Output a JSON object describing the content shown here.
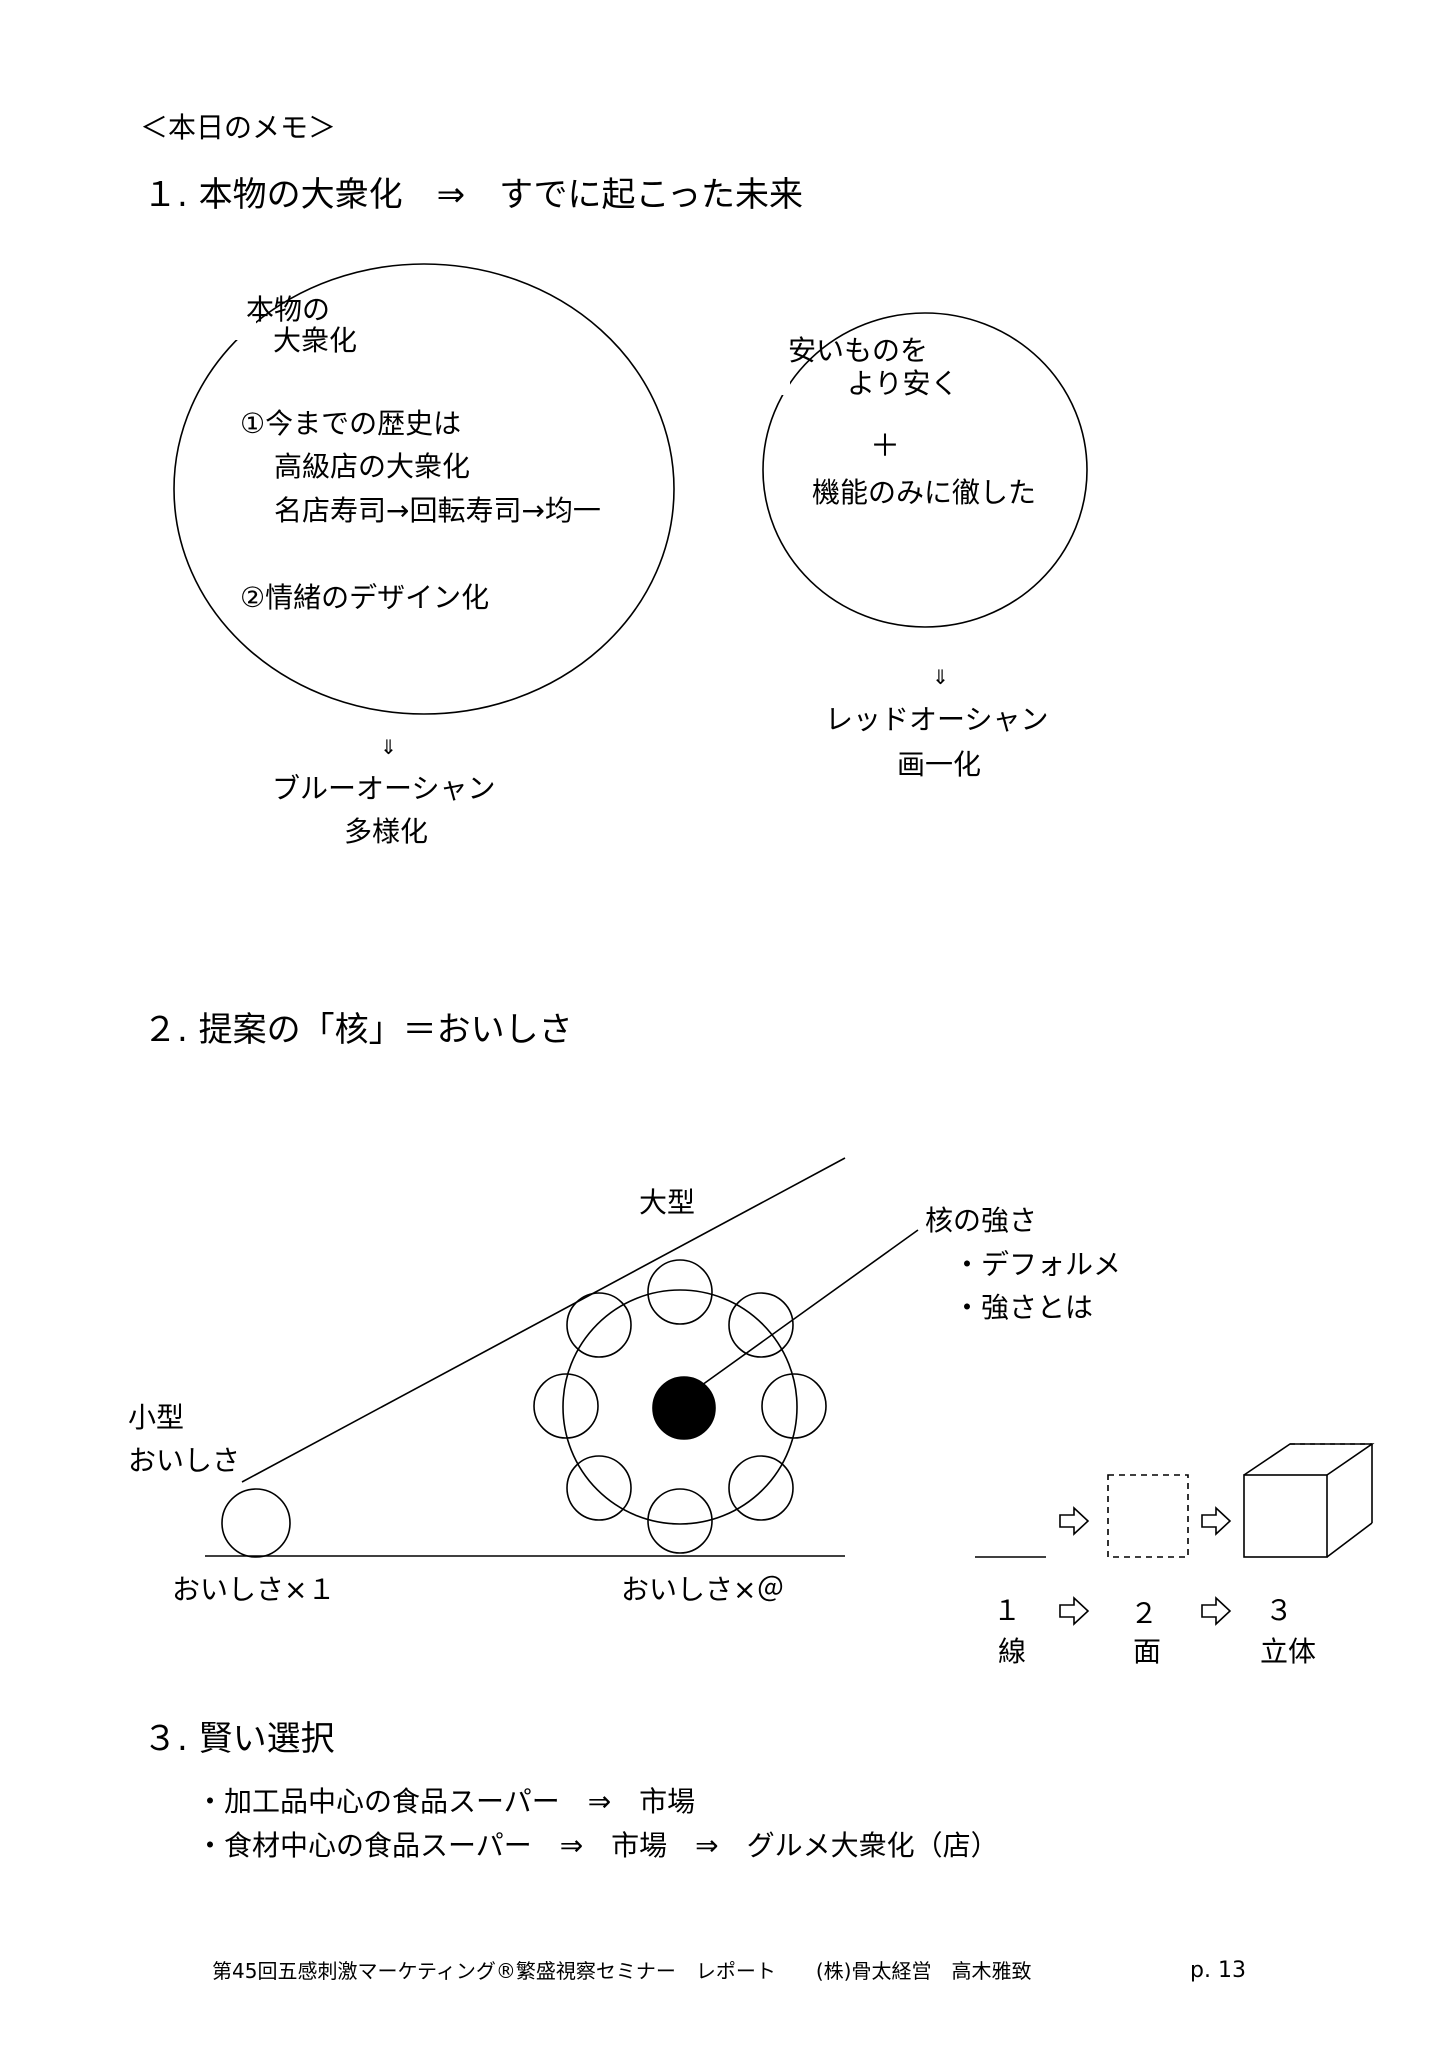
{
  "memo_header": "＜本日のメモ＞",
  "section1": {
    "title": "１. 本物の大衆化　⇒　すでに起こった未来",
    "left_circle": {
      "label_line1": "本物の",
      "label_line2": "大衆化",
      "point1_line1": "①今までの歴史は",
      "point1_line2": "高級店の大衆化",
      "point1_line3": "名店寿司→回転寿司→均一",
      "point2": "②情緒のデザイン化",
      "arrow": "⇓",
      "result_line1": "ブルーオーシャン",
      "result_line2": "多様化"
    },
    "right_circle": {
      "line1": "安いものを",
      "line2": "より安く",
      "plus": "＋",
      "line3": "機能のみに徹した",
      "arrow": "⇓",
      "result_line1": "レッドオーシャン",
      "result_line2": "画一化"
    }
  },
  "section2": {
    "title": "２. 提案の「核」＝おいしさ",
    "large_label": "大型",
    "core_label": "核の強さ",
    "bullet1": "・デフォルメ",
    "bullet2": "・強さとは",
    "small_label_line1": "小型",
    "small_label_line2": "おいしさ",
    "times1": "おいしさ×１",
    "times_at": "おいしさ×＠",
    "dimensions": {
      "step1_num": "１",
      "step1_label": "線",
      "step2_num": "２",
      "step2_label": "面",
      "step3_num": "３",
      "step3_label": "立体"
    }
  },
  "section3": {
    "title": "３. 賢い選択",
    "item1": "・加工品中心の食品スーパー　⇒　市場",
    "item2": "・食材中心の食品スーパー　⇒　市場　⇒　グルメ大衆化（店）"
  },
  "footer": {
    "text": "第45回五感刺激マーケティング®繁盛視察セミナー　レポート　　(株)骨太経営　高木雅致",
    "page": "p. 13"
  }
}
